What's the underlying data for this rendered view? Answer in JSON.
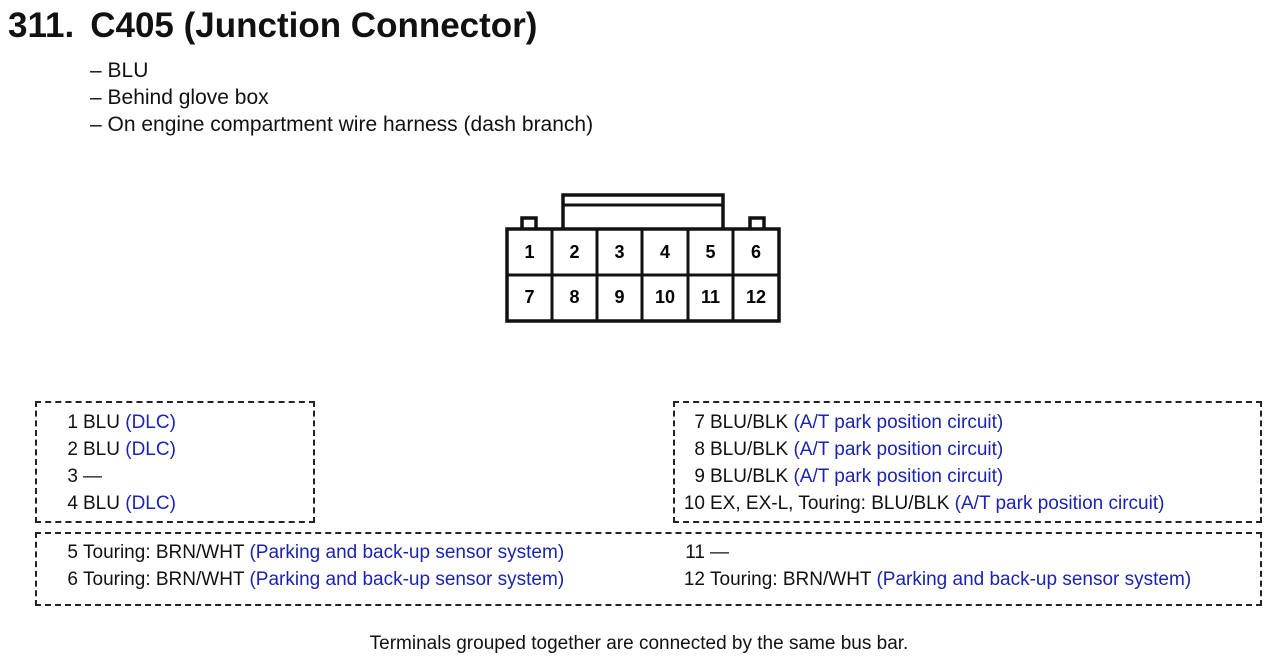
{
  "header": {
    "number": "311.",
    "title": "C405 (Junction Connector)"
  },
  "details": [
    "– BLU",
    "– Behind glove box",
    "– On engine compartment wire harness (dash branch)"
  ],
  "connector": {
    "top_row": [
      "1",
      "2",
      "3",
      "4",
      "5",
      "6"
    ],
    "bottom_row": [
      "7",
      "8",
      "9",
      "10",
      "11",
      "12"
    ]
  },
  "groups": {
    "group1": [
      {
        "num": "1",
        "wire": "BLU",
        "desc": "(DLC)"
      },
      {
        "num": "2",
        "wire": "BLU",
        "desc": "(DLC)"
      },
      {
        "num": "3",
        "wire": "—",
        "desc": ""
      },
      {
        "num": "4",
        "wire": "BLU",
        "desc": "(DLC)"
      }
    ],
    "group2": [
      {
        "num": "7",
        "wire": "BLU/BLK",
        "desc": "(A/T park position circuit)"
      },
      {
        "num": "8",
        "wire": "BLU/BLK",
        "desc": "(A/T park position circuit)"
      },
      {
        "num": "9",
        "wire": "BLU/BLK",
        "desc": "(A/T park position circuit)"
      },
      {
        "num": "10",
        "wire": "EX, EX-L, Touring: BLU/BLK",
        "desc": "(A/T park position circuit)"
      }
    ],
    "group3_left": [
      {
        "num": "5",
        "wire": "Touring: BRN/WHT",
        "desc": "(Parking and back-up sensor system)"
      },
      {
        "num": "6",
        "wire": "Touring: BRN/WHT",
        "desc": "(Parking and back-up sensor system)"
      }
    ],
    "group3_right": [
      {
        "num": "11",
        "wire": "—",
        "desc": ""
      },
      {
        "num": "12",
        "wire": "Touring: BRN/WHT",
        "desc": "(Parking and back-up sensor system)"
      }
    ]
  },
  "footer": "Terminals grouped together are connected by the same bus bar.",
  "colors": {
    "link": "#1a24b0",
    "text": "#111111"
  }
}
